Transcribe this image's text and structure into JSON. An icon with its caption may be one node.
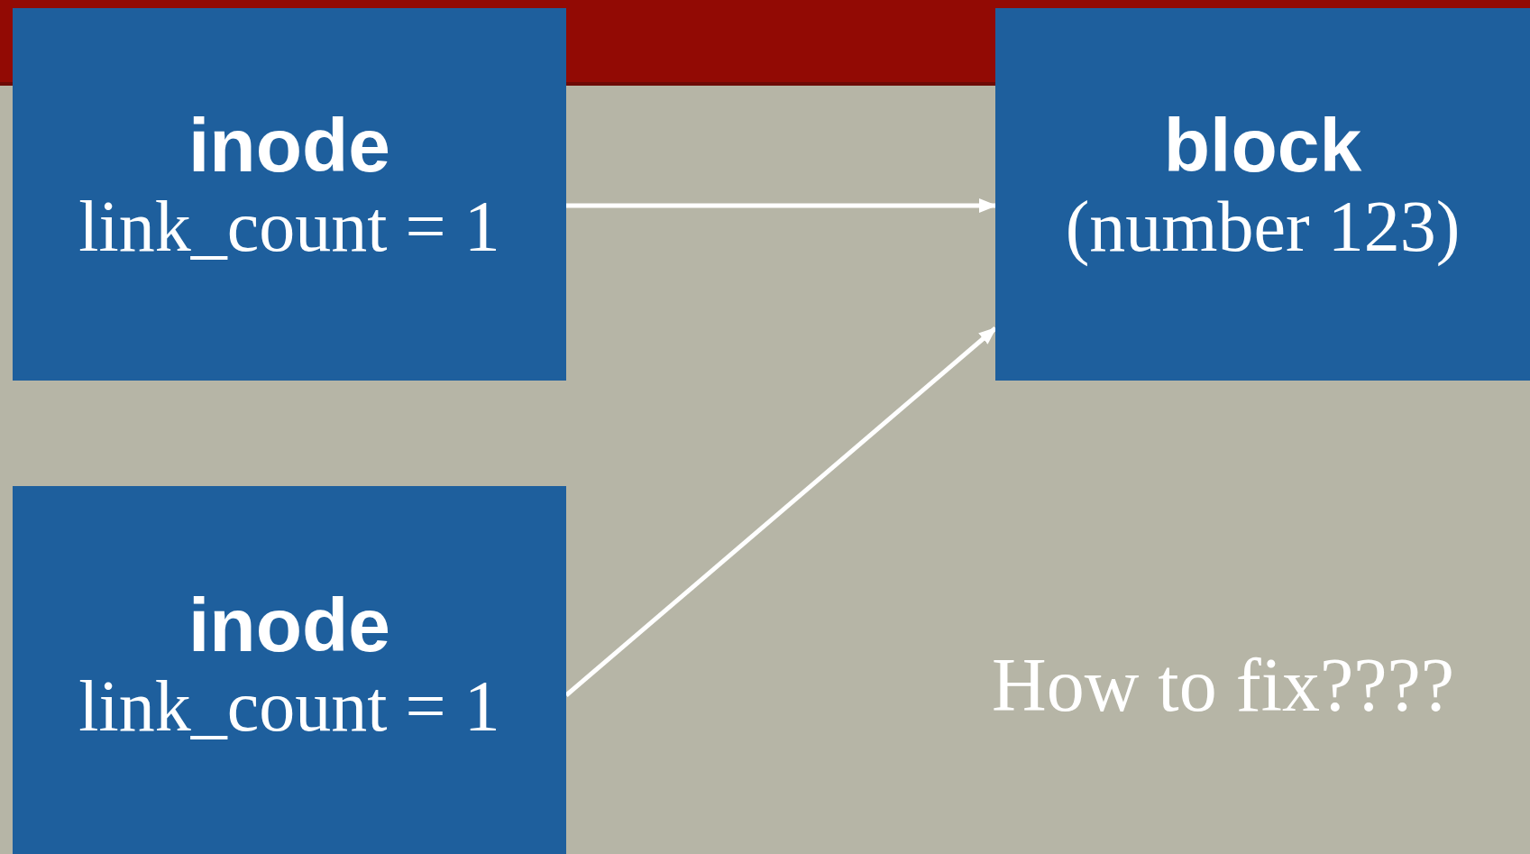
{
  "diagram": {
    "nodes": [
      {
        "text": [
          "inode",
          "link_count = 1"
        ]
      },
      {
        "text": [
          "block",
          "(number 123)"
        ]
      },
      {
        "text": [
          "inode",
          "link_count = 1"
        ]
      }
    ],
    "edges": [
      {
        "from": 0,
        "to": 1,
        "arrow": "to"
      },
      {
        "from": 2,
        "to": 1,
        "arrow": "to"
      }
    ],
    "labels": [
      "How to fix????"
    ]
  }
}
